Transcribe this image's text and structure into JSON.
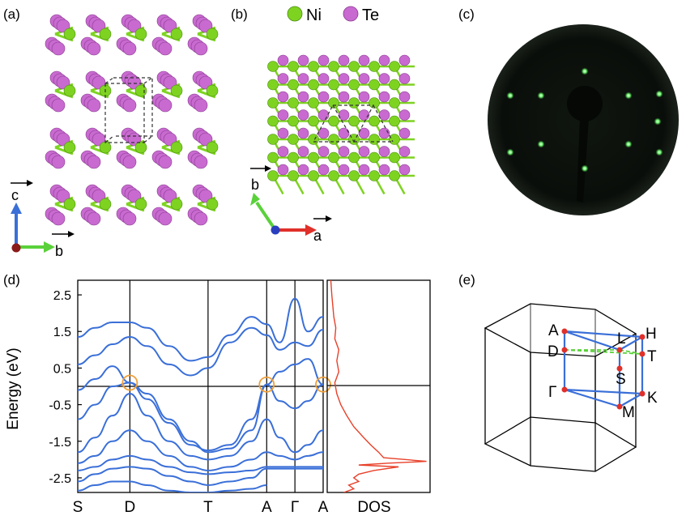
{
  "figure": {
    "panel_labels": [
      "(a)",
      "(b)",
      "(c)",
      "(d)",
      "(e)"
    ]
  },
  "panel_a": {
    "axis_c": "c",
    "axis_b": "b",
    "colors": {
      "ni": "#7ed321",
      "te": "#c86ad0",
      "c_arrow": "#3a6fd8",
      "b_arrow": "#5ad13a",
      "origin": "#8b1a1a"
    }
  },
  "panel_b": {
    "legend": [
      {
        "label": "Ni",
        "color": "#7ed321"
      },
      {
        "label": "Te",
        "color": "#c86ad0"
      }
    ],
    "axis_a": "a",
    "axis_b": "b",
    "colors": {
      "a_arrow": "#e0302a",
      "b_arrow": "#5ad13a",
      "origin": "#2a3fbf"
    }
  },
  "panel_c": {
    "description_colors": {
      "background": "#0b0f0b",
      "spot": "#7cff7c"
    }
  },
  "chart_data": {
    "type": "line",
    "ylabel": "Energy (eV)",
    "ylim": [
      -2.9,
      2.9
    ],
    "yticks": [
      "2.5",
      "1.5",
      "0.5",
      "-0.5",
      "-1.5",
      "-2.5"
    ],
    "ytick_values": [
      2.5,
      1.5,
      0.5,
      -0.5,
      -1.5,
      -2.5
    ],
    "x_labels": [
      "S",
      "D",
      "T",
      "A",
      "Γ",
      "A"
    ],
    "x_positions": [
      0,
      0.24,
      0.6,
      0.87,
      1.0,
      1.13
    ],
    "line_color": "#3a6fd8",
    "dos_label": "DOS",
    "dos_color": "#e8412a",
    "dirac_markers": [
      {
        "k": 0.24,
        "e": 0.1
      },
      {
        "k": 0.87,
        "e": 0.05
      },
      {
        "k": 1.13,
        "e": 0.05
      }
    ],
    "marker_color": "#f0a03a",
    "bands": [
      {
        "k": [
          0,
          0.08,
          0.16,
          0.24,
          0.32,
          0.42,
          0.52,
          0.6,
          0.7,
          0.8,
          0.87,
          0.93,
          1.0,
          1.06,
          1.13
        ],
        "e": [
          1.35,
          1.6,
          1.75,
          1.75,
          1.6,
          1.1,
          0.7,
          0.8,
          1.4,
          1.9,
          1.7,
          1.2,
          2.4,
          1.5,
          1.9
        ]
      },
      {
        "k": [
          0,
          0.08,
          0.16,
          0.24,
          0.32,
          0.42,
          0.52,
          0.6,
          0.7,
          0.8,
          0.87,
          0.93,
          1.0,
          1.06,
          1.13
        ],
        "e": [
          0.6,
          0.85,
          1.15,
          1.35,
          1.1,
          0.6,
          0.3,
          0.5,
          1.2,
          1.6,
          1.4,
          1.0,
          1.2,
          1.1,
          1.55
        ]
      },
      {
        "k": [
          0,
          0.08,
          0.16,
          0.24,
          0.32,
          0.42,
          0.52,
          0.6,
          0.7,
          0.8,
          0.87,
          0.93,
          1.0,
          1.06,
          1.13
        ],
        "e": [
          -0.1,
          0.2,
          0.55,
          0.1,
          -0.35,
          -1.0,
          -1.6,
          -1.75,
          -1.6,
          -0.9,
          0.05,
          0.4,
          0.6,
          0.75,
          0.05
        ]
      },
      {
        "k": [
          0,
          0.08,
          0.16,
          0.24,
          0.32,
          0.42,
          0.52,
          0.6,
          0.7,
          0.8,
          0.87,
          0.93,
          1.0,
          1.06,
          1.13
        ],
        "e": [
          -0.9,
          -0.5,
          0.0,
          0.1,
          -0.2,
          -0.9,
          -1.5,
          -1.8,
          -1.7,
          -1.2,
          0.05,
          -0.4,
          -0.6,
          -0.4,
          0.05
        ]
      },
      {
        "k": [
          0,
          0.08,
          0.16,
          0.24,
          0.32,
          0.42,
          0.52,
          0.6,
          0.7,
          0.8,
          0.87,
          0.93,
          1.0,
          1.06,
          1.13
        ],
        "e": [
          -1.8,
          -1.4,
          -0.8,
          -0.2,
          -0.8,
          -1.5,
          -1.9,
          -2.0,
          -1.9,
          -1.5,
          -0.9,
          -1.4,
          -1.8,
          -1.6,
          -1.2
        ]
      },
      {
        "k": [
          0,
          0.08,
          0.16,
          0.24,
          0.32,
          0.42,
          0.52,
          0.6,
          0.7,
          0.8,
          0.87,
          0.93,
          1.0,
          1.06,
          1.13
        ],
        "e": [
          -2.1,
          -1.9,
          -1.5,
          -1.2,
          -1.5,
          -1.9,
          -2.2,
          -2.3,
          -2.2,
          -2.0,
          -1.8,
          -1.9,
          -2.0,
          -1.9,
          -1.8
        ]
      },
      {
        "k": [
          0,
          0.08,
          0.16,
          0.24,
          0.32,
          0.42,
          0.52,
          0.6,
          0.7,
          0.8,
          0.87,
          0.93,
          1.0,
          1.06,
          1.13
        ],
        "e": [
          -2.3,
          -2.2,
          -2.0,
          -1.9,
          -2.0,
          -2.2,
          -2.35,
          -2.4,
          -2.35,
          -2.3,
          -2.2,
          -2.2,
          -2.2,
          -2.2,
          -2.2
        ]
      },
      {
        "k": [
          0,
          0.08,
          0.16,
          0.24,
          0.32,
          0.42,
          0.52,
          0.6,
          0.7,
          0.8,
          0.87,
          0.93,
          1.0,
          1.06,
          1.13
        ],
        "e": [
          -2.6,
          -2.4,
          -2.25,
          -2.2,
          -2.25,
          -2.45,
          -2.6,
          -2.7,
          -2.6,
          -2.5,
          -2.25,
          -2.25,
          -2.25,
          -2.25,
          -2.25
        ]
      },
      {
        "k": [
          0,
          0.08,
          0.16,
          0.24,
          0.32,
          0.42,
          0.52,
          0.6,
          0.7,
          0.8,
          0.87
        ],
        "e": [
          -2.85,
          -2.7,
          -2.6,
          -2.6,
          -2.7,
          -2.85,
          -2.9,
          -2.9,
          -2.85,
          -2.8,
          -2.7
        ]
      }
    ],
    "dos": {
      "e": [
        2.9,
        2.5,
        2.2,
        1.9,
        1.6,
        1.3,
        1.0,
        0.7,
        0.4,
        0.1,
        -0.2,
        -0.5,
        -0.8,
        -1.1,
        -1.4,
        -1.6,
        -1.8,
        -1.95,
        -2.05,
        -2.1,
        -2.15,
        -2.2,
        -2.3,
        -2.4,
        -2.5,
        -2.6,
        -2.7,
        -2.8,
        -2.9
      ],
      "v": [
        0.02,
        0.03,
        0.04,
        0.05,
        0.07,
        0.06,
        0.1,
        0.08,
        0.1,
        0.06,
        0.08,
        0.12,
        0.18,
        0.25,
        0.35,
        0.42,
        0.5,
        0.55,
        0.98,
        0.6,
        0.3,
        0.7,
        0.45,
        0.3,
        0.25,
        0.3,
        0.2,
        0.25,
        0.15
      ]
    }
  },
  "panel_e": {
    "points": [
      {
        "label": "A"
      },
      {
        "label": "L"
      },
      {
        "label": "H"
      },
      {
        "label": "D"
      },
      {
        "label": "T"
      },
      {
        "label": "S"
      },
      {
        "label": "Γ"
      },
      {
        "label": "K"
      },
      {
        "label": "M"
      }
    ],
    "colors": {
      "edge": "#000000",
      "irr": "#3a6fd8",
      "path": "#5ad13a",
      "point": "#e0302a"
    }
  }
}
